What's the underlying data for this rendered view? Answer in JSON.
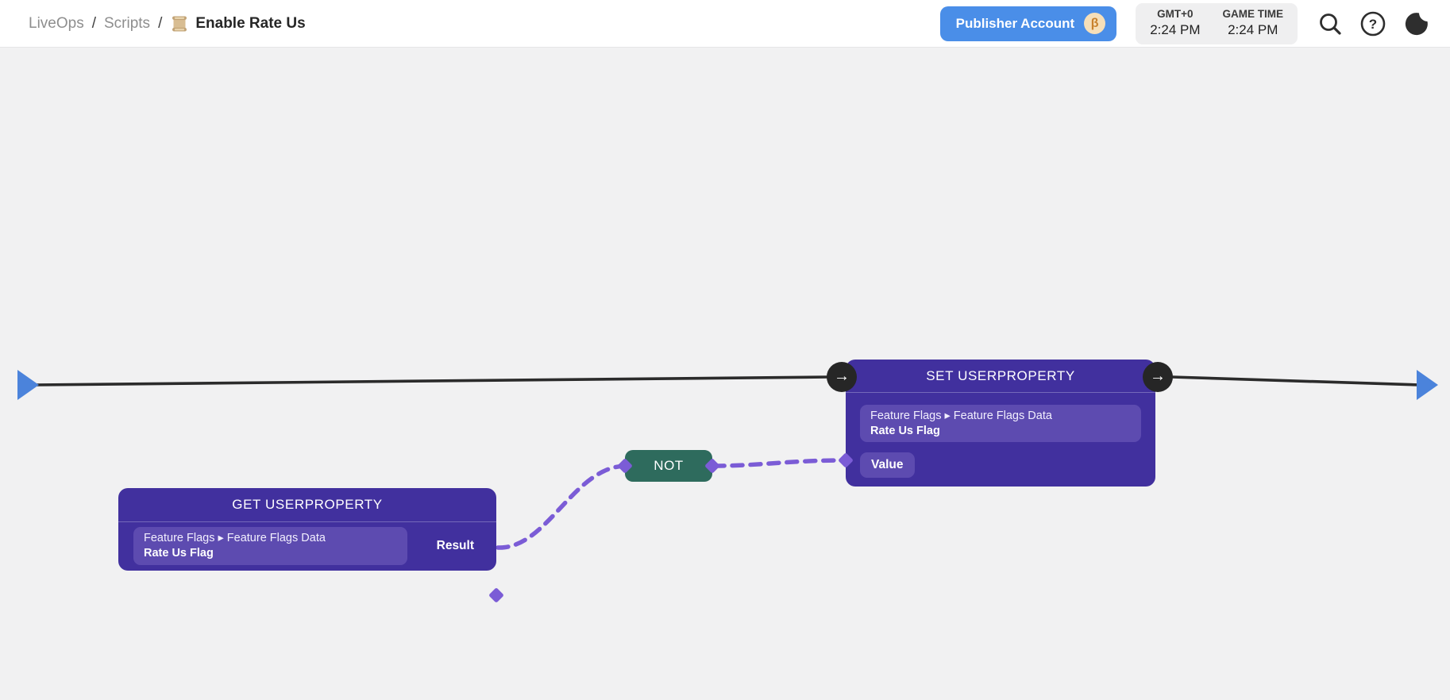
{
  "header": {
    "breadcrumb": {
      "items": [
        {
          "label": "LiveOps"
        },
        {
          "label": "Scripts"
        }
      ],
      "separator": "/",
      "current_icon": "scroll-icon",
      "current": "Enable Rate Us"
    },
    "publisher_button": {
      "label": "Publisher Account",
      "badge": "β"
    },
    "clock": {
      "timezone_label": "GMT+0",
      "timezone_time": "2:24 PM",
      "game_label": "GAME TIME",
      "game_time": "2:24 PM"
    },
    "icons": [
      "search-icon",
      "help-icon",
      "moon-icon"
    ],
    "help_glyph": "?"
  },
  "canvas": {
    "nodes": {
      "get_userproperty": {
        "title": "GET USERPROPERTY",
        "property_path": "Feature Flags ▸ Feature Flags Data",
        "property_name": "Rate Us Flag",
        "output_label": "Result"
      },
      "not_gate": {
        "title": "NOT"
      },
      "set_userproperty": {
        "title": "SET USERPROPERTY",
        "property_path": "Feature Flags ▸ Feature Flags Data",
        "property_name": "Rate Us Flag",
        "input_label": "Value"
      }
    },
    "ports": {
      "flow_arrow_glyph": "→"
    },
    "colors": {
      "node_purple": "#41309E",
      "pill_purple": "#5D4BB0",
      "not_teal": "#2E6B5D",
      "wire_purple": "#7B5CD6",
      "flow_black": "#2B2B2B",
      "endpoint_blue": "#4B83DB",
      "port_circle_black": "#262626",
      "button_blue": "#4A8EE8",
      "badge_cream": "#F6DFB9",
      "badge_beta_orange": "#C8802B",
      "canvas_bg": "#F1F1F2"
    }
  }
}
